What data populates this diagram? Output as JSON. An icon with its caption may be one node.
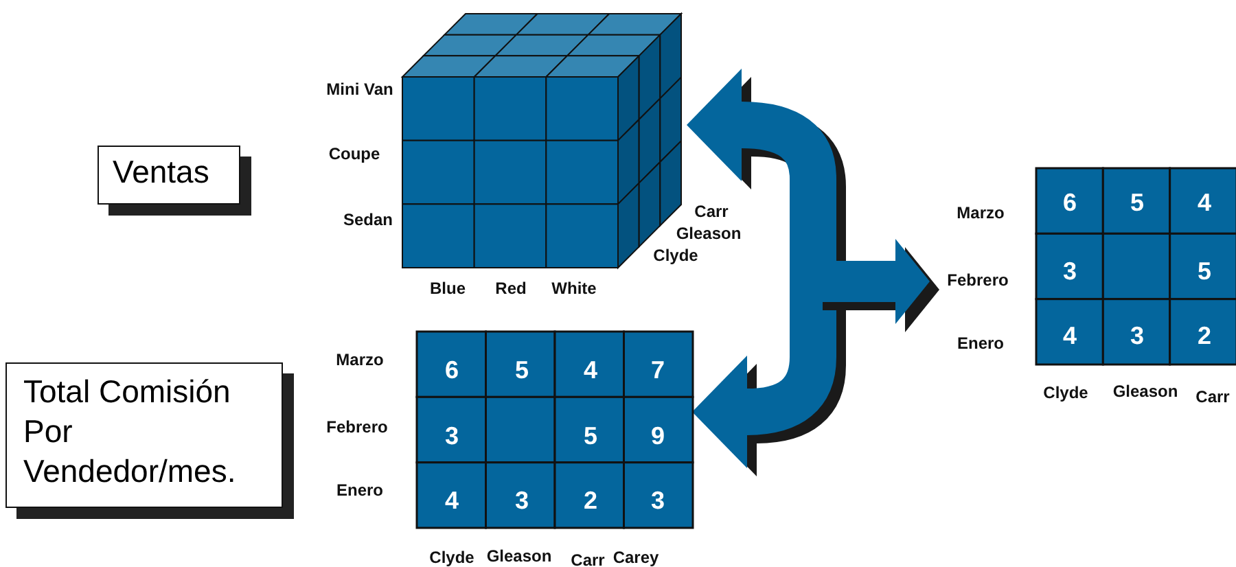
{
  "diagram": {
    "nodes": [
      {
        "text": [
          "Ventas"
        ]
      },
      {
        "text": [
          "Total Comisión Por Vendedor/mes."
        ]
      },
      {
        "text": [],
        "shape": "cube"
      },
      {
        "text": [],
        "shape": "box"
      },
      {
        "text": [],
        "shape": "box"
      }
    ],
    "edges": [
      {
        "from": null,
        "to": 2,
        "arrow": "to"
      },
      {
        "from": null,
        "to": 3,
        "arrow": "to"
      },
      {
        "from": null,
        "to": 4,
        "arrow": "to"
      }
    ],
    "labels": [
      "Mini Van",
      "Coupe",
      "Sedan",
      "Carr",
      "Gleason",
      "Clyde",
      "Blue",
      "Red",
      "White",
      "Marzo",
      "6",
      "5",
      "4",
      "Febrero",
      "3",
      "5",
      "Enero",
      "4",
      "3",
      "2",
      "Clyde",
      "Gleason",
      "Carr",
      "Marzo",
      "6",
      "5",
      "4",
      "7",
      "Febrero",
      "3",
      "5",
      "9",
      "Enero",
      "4",
      "3",
      "2",
      "3",
      "Clyde",
      "Gleason",
      "Carr",
      "Carey"
    ]
  }
}
